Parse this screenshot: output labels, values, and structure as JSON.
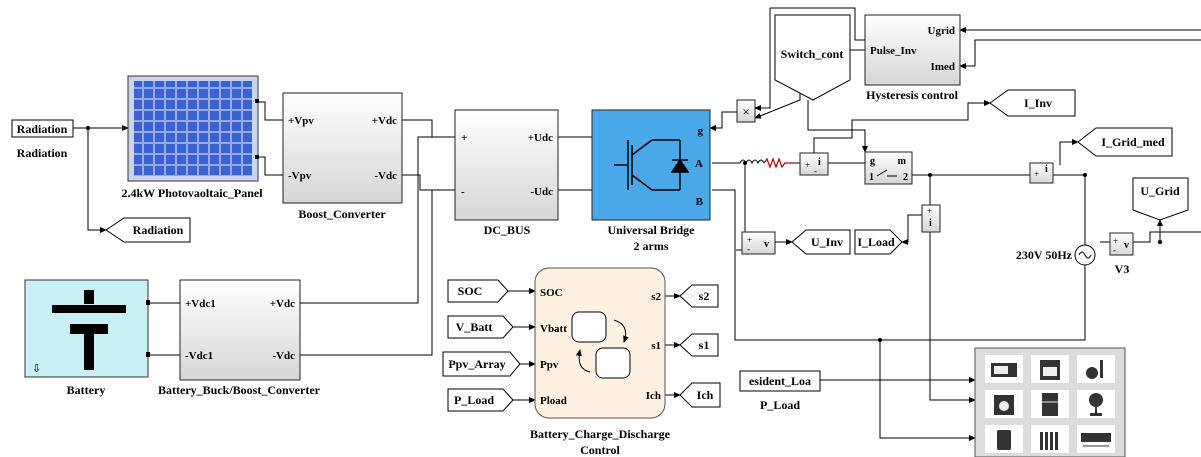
{
  "blocks": {
    "pv_panel": {
      "label": "2.4kW Photovaoltaic_Panel"
    },
    "boost": {
      "label": "Boost_Converter",
      "in_pos": "+Vpv",
      "in_neg": "-Vpv",
      "out_pos": "+Vdc",
      "out_neg": "-Vdc"
    },
    "dc_bus": {
      "label": "DC_BUS",
      "in_pos": "+",
      "in_neg": "-",
      "out_pos": "+Udc",
      "out_neg": "-Udc"
    },
    "bridge": {
      "label_1": "Universal Bridge",
      "label_2": "2 arms",
      "port_g": "g",
      "port_a": "A",
      "port_b": "B"
    },
    "battery": {
      "label": "Battery"
    },
    "buckboost": {
      "label": "Battery_Buck/Boost_Converter",
      "in_pos": "+Vdc1",
      "in_neg": "-Vdc1",
      "out_pos": "+Vdc",
      "out_neg": "-Vdc"
    },
    "chart": {
      "label_1": "Battery_Charge_Discharge",
      "label_2": "Control",
      "in1": "SOC",
      "in2": "Vbatt",
      "in3": "Ppv",
      "in4": "Pload",
      "out1": "s2",
      "out2": "s1",
      "out3": "Ich"
    },
    "hysteresis": {
      "label": "Hysteresis control",
      "in1": "Ugrid",
      "in2": "Imed",
      "out": "Pulse_Inv"
    },
    "switch_cont": {
      "label": "Switch_cont"
    },
    "breaker": {
      "port_g": "g",
      "port_m": "m",
      "port_1": "1",
      "port_2": "2"
    },
    "source": {
      "label": "230V 50Hz"
    },
    "v3": {
      "label": "V3"
    },
    "resident_load": {
      "text": "esident_Loa",
      "label": "P_Load"
    },
    "multiply": {
      "symbol": "×"
    },
    "meas": {
      "i": "i",
      "v": "v",
      "plus": "+",
      "minus": "-"
    }
  },
  "tags": {
    "radiation_in": "Radiation",
    "radiation_in_label": "Radiation",
    "radiation_goto": "Radiation",
    "i_inv": "I_Inv",
    "i_grid_med": "I_Grid_med",
    "u_grid": "U_Grid",
    "u_inv": "U_Inv",
    "i_load": "I_Load",
    "soc": "SOC",
    "v_batt": "V_Batt",
    "ppv_array": "Ppv_Array",
    "p_load": "P_Load",
    "s2": "s2",
    "s1": "s1",
    "ich": "Ich"
  },
  "colors": {
    "bridge_fill": "#4aa8e8",
    "battery_fill": "#c9f0f5",
    "chart_fill": "#fdf1e2",
    "pv_cell": "#2a4db5"
  }
}
